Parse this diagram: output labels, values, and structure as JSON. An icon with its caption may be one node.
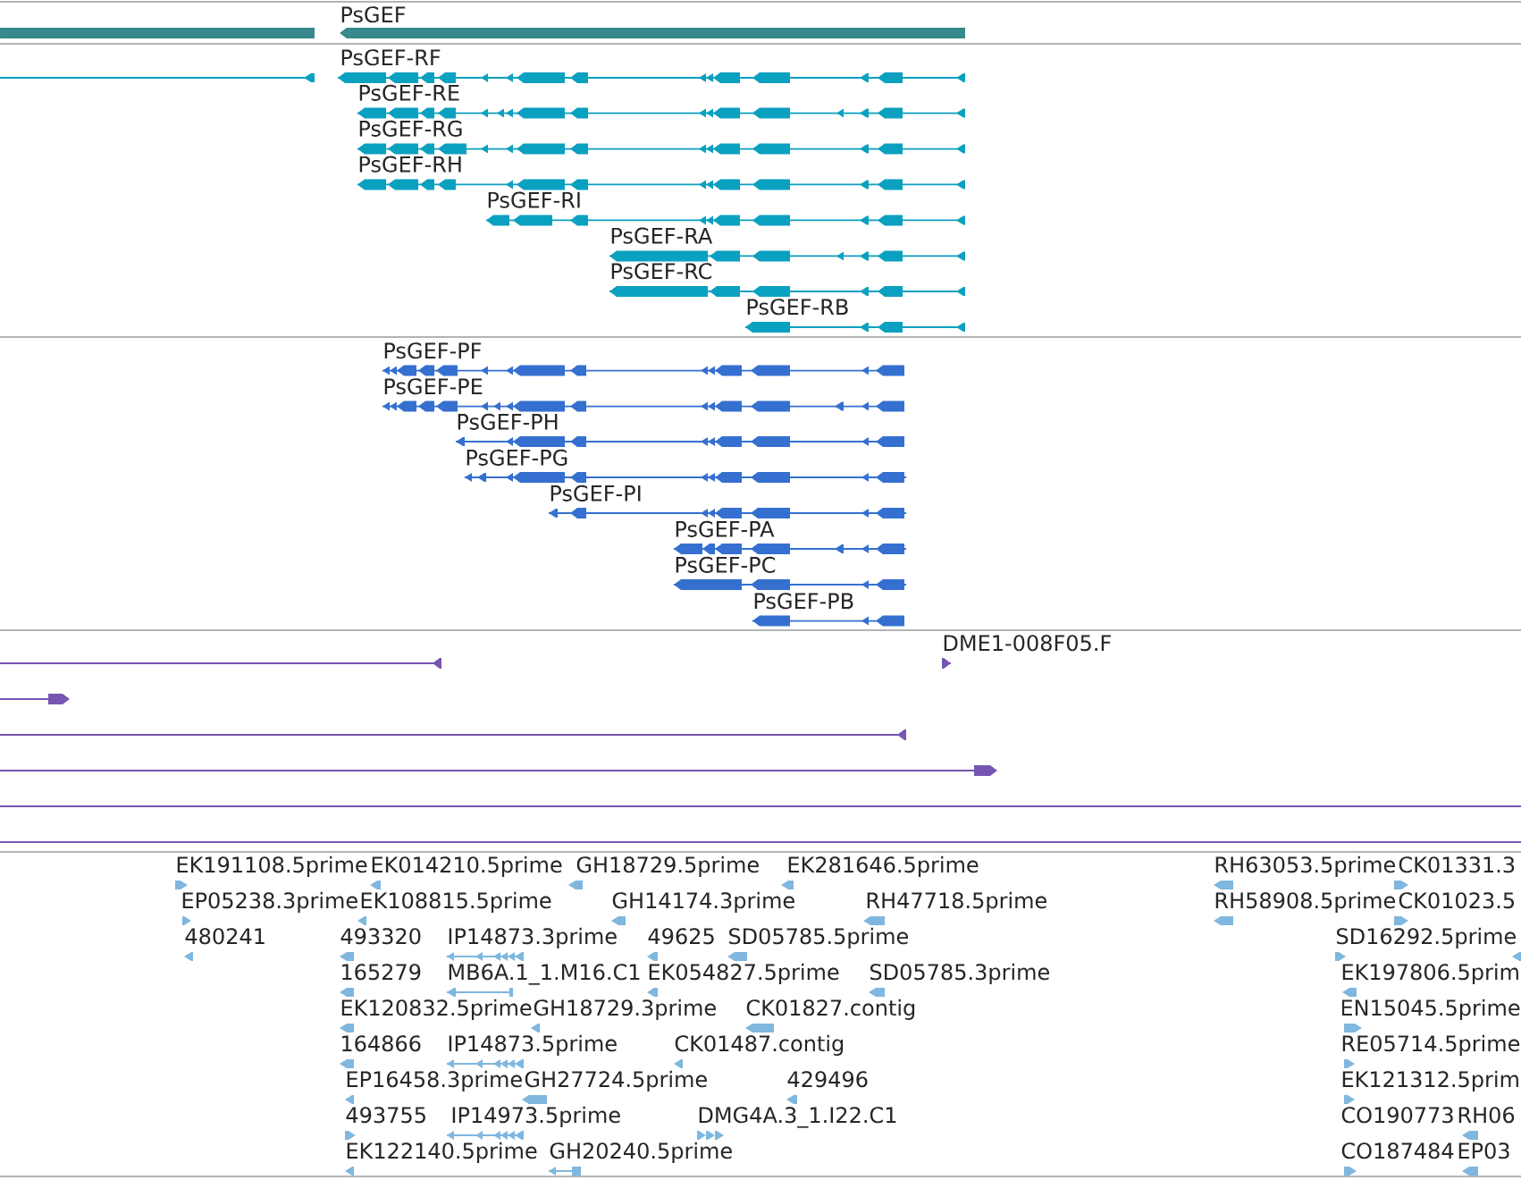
{
  "diagram": {
    "labels": [
      "PsGEF",
      "PsGEF-RF",
      "PsGEF-RE",
      "PsGEF-RG",
      "PsGEF-RH",
      "PsGEF-RI",
      "PsGEF-RA",
      "PsGEF-RC",
      "PsGEF-RB",
      "PsGEF-PF",
      "PsGEF-PE",
      "PsGEF-PH",
      "PsGEF-PG",
      "PsGEF-PI",
      "PsGEF-PA",
      "PsGEF-PC",
      "PsGEF-PB",
      "DME1-008F05.F",
      "EK191108.5prime",
      "EK014210.5prime",
      "GH18729.5prime",
      "EK281646.5prime",
      "RH63053.5prime",
      "CK01331.3",
      "EP05238.3prime",
      "EK108815.5prime",
      "GH14174.3prime",
      "RH47718.5prime",
      "RH58908.5prime",
      "CK01023.5",
      "480241",
      "493320",
      "IP14873.3prime",
      "49625",
      "SD05785.5prime",
      "SD16292.5prime",
      "165279",
      "MB6A.1_1.M16.C1",
      "EK054827.5prime",
      "SD05785.3prime",
      "EK197806.5prim",
      "EK120832.5prime",
      "GH18729.3prime",
      "CK01827.contig",
      "EN15045.5prime",
      "164866",
      "IP14873.5prime",
      "CK01487.contig",
      "RE05714.5prime",
      "EP16458.3prime",
      "GH27724.5prime",
      "429496",
      "EK121312.5prim",
      "493755",
      "IP14973.5prime",
      "DMG4A.3_1.I22.C1",
      "CO190773",
      "RH06",
      "EK122140.5prime",
      "GH20240.5prime",
      "CO187484",
      "EP03"
    ]
  }
}
